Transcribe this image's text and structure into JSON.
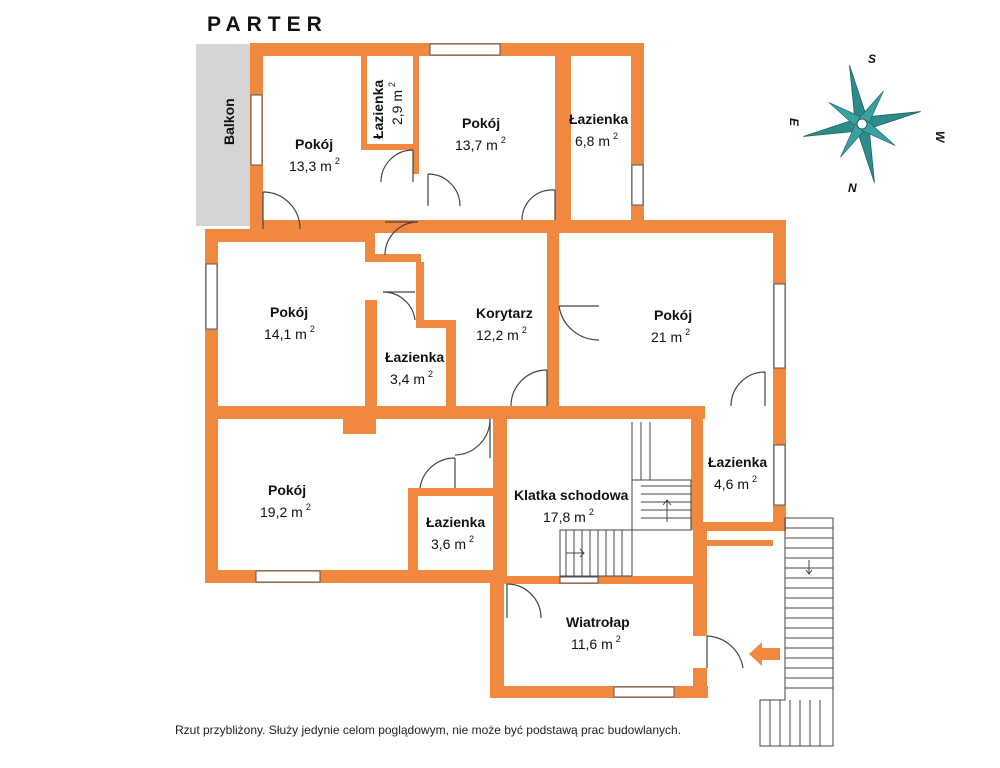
{
  "title": "PARTER",
  "balcony_label": "Balkon",
  "rooms": [
    {
      "id": "pokoj-1",
      "name": "Pokój",
      "area": "13,3 m",
      "sup": "2"
    },
    {
      "id": "lazienka-1",
      "name": "Łazienka",
      "area": "2,9 m",
      "sup": "2"
    },
    {
      "id": "pokoj-2",
      "name": "Pokój",
      "area": "13,7 m",
      "sup": "2"
    },
    {
      "id": "lazienka-2",
      "name": "Łazienka",
      "area": "6,8 m",
      "sup": "2"
    },
    {
      "id": "pokoj-3",
      "name": "Pokój",
      "area": "14,1 m",
      "sup": "2"
    },
    {
      "id": "lazienka-3",
      "name": "Łazienka",
      "area": "3,4 m",
      "sup": "2"
    },
    {
      "id": "korytarz",
      "name": "Korytarz",
      "area": "12,2 m",
      "sup": "2"
    },
    {
      "id": "pokoj-4",
      "name": "Pokój",
      "area": "21 m",
      "sup": "2"
    },
    {
      "id": "lazienka-4",
      "name": "Łazienka",
      "area": "4,6 m",
      "sup": "2"
    },
    {
      "id": "pokoj-5",
      "name": "Pokój",
      "area": "19,2 m",
      "sup": "2"
    },
    {
      "id": "lazienka-5",
      "name": "Łazienka",
      "area": "3,6 m",
      "sup": "2"
    },
    {
      "id": "klatka",
      "name": "Klatka schodowa",
      "area": "17,8 m",
      "sup": "2"
    },
    {
      "id": "wiatrolap",
      "name": "Wiatrołap",
      "area": "11,6 m",
      "sup": "2"
    }
  ],
  "compass": {
    "n": "N",
    "s": "S",
    "e": "E",
    "w": "W"
  },
  "disclaimer": "Rzut przybliżony. Służy jedynie celom poglądowym, nie może być podstawą prac budowlanych.",
  "colors": {
    "wall": "#F0883F",
    "balcony": "#D4D4D4",
    "compass": "#2E8B8B",
    "arrow": "#F0883F"
  }
}
